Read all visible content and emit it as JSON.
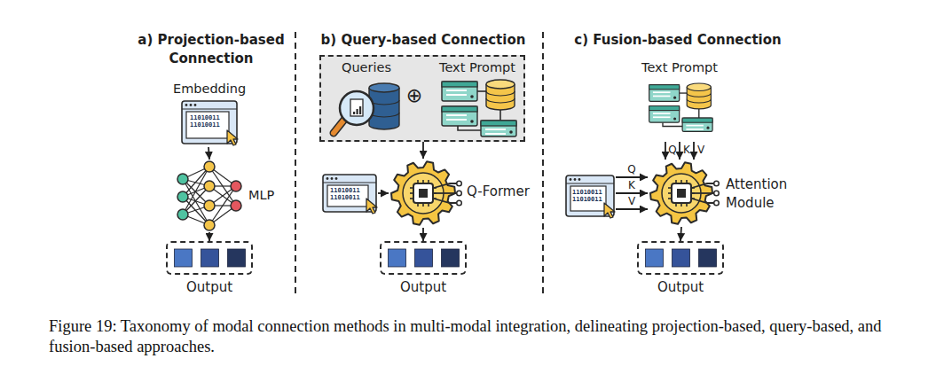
{
  "diagram": {
    "caption": "Figure 19: Taxonomy of modal connection methods in multi-modal integration, delineating projection-based, query-based, and fusion-based approaches.",
    "nodes": [
      {
        "text": [
          "Embedding",
          "11010011 11010011"
        ]
      },
      {
        "text": [
          "MLP"
        ]
      },
      {
        "text": [
          "Output"
        ]
      },
      {
        "text": [
          "⊕"
        ]
      },
      {
        "text": [
          "Queries"
        ],
        "in": 3
      },
      {
        "text": [
          "Text Prompt"
        ],
        "in": 3
      },
      {
        "text": [
          "11010011 11010011"
        ]
      },
      {
        "text": [
          "Q-Former"
        ]
      },
      {
        "text": [
          "Output"
        ]
      },
      {
        "text": [
          "Text Prompt"
        ]
      },
      {
        "text": [
          "11010011 11010011"
        ]
      },
      {
        "text": [
          "Attention Module"
        ]
      },
      {
        "text": [
          "Output"
        ]
      }
    ],
    "edges": [
      {
        "from": 0,
        "to": 1,
        "arrow": "to"
      },
      {
        "from": 1,
        "to": 2,
        "arrow": "to"
      },
      {
        "from": 3,
        "to": 7,
        "arrow": "to"
      },
      {
        "from": 6,
        "to": 7,
        "arrow": "to"
      },
      {
        "from": 7,
        "to": 8,
        "arrow": "to"
      },
      {
        "from": 9,
        "to": 11,
        "label": "Q",
        "arrow": "to"
      },
      {
        "from": 9,
        "to": 11,
        "label": "K",
        "arrow": "to"
      },
      {
        "from": 9,
        "to": 11,
        "label": "V",
        "arrow": "to"
      },
      {
        "from": 10,
        "to": 11,
        "label": "Q",
        "arrow": "to"
      },
      {
        "from": 10,
        "to": 11,
        "label": "K",
        "arrow": "to"
      },
      {
        "from": 10,
        "to": 11,
        "label": "V",
        "arrow": "to"
      },
      {
        "from": 11,
        "to": 12,
        "arrow": "to"
      }
    ],
    "labels": [
      "a) Projection-based Connection",
      "b) Query-based Connection",
      "c) Fusion-based Connection"
    ]
  }
}
